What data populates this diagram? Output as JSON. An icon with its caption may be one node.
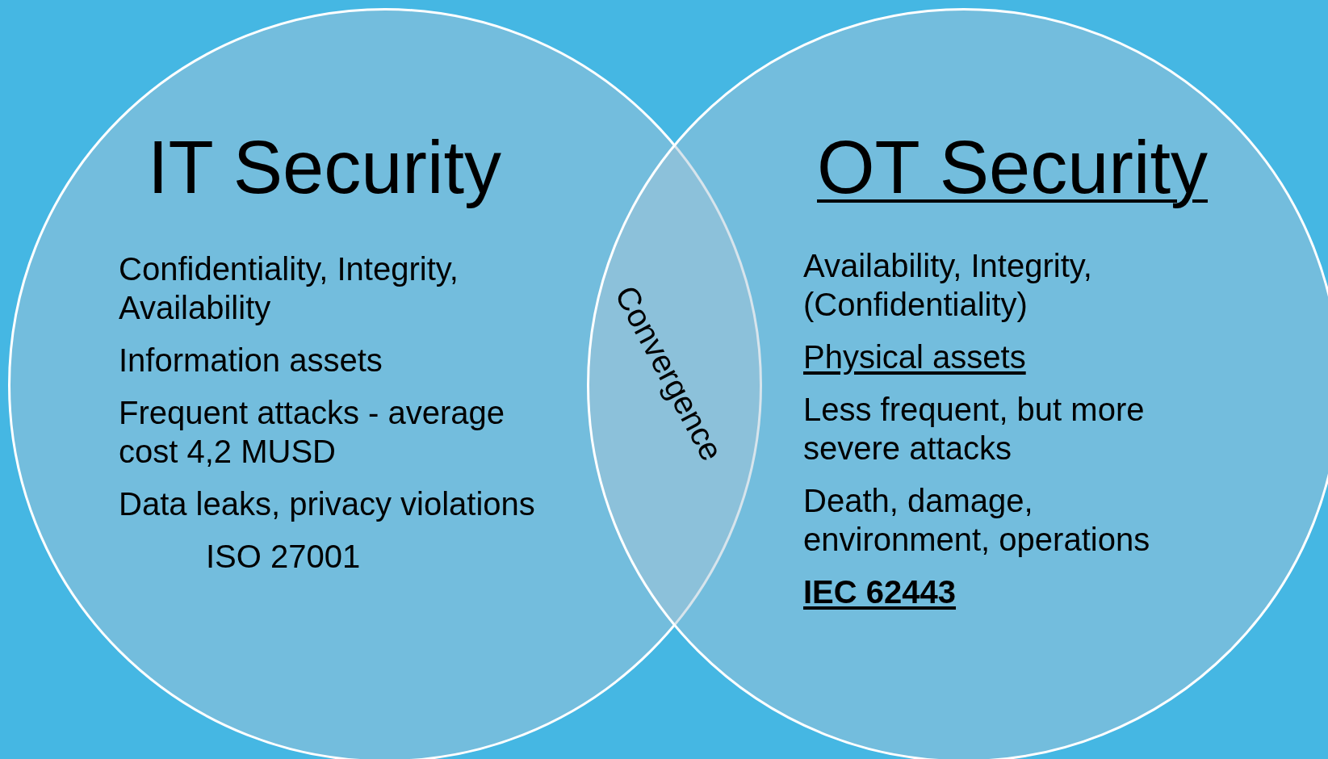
{
  "diagram": {
    "nodes": [
      {
        "text": [
          "IT Security",
          "Confidentiality, Integrity, Availability",
          "Information assets",
          "Frequent attacks - average cost 4,2 MUSD",
          "Data leaks, privacy violations",
          "ISO 27001"
        ]
      },
      {
        "text": [
          "OT Security",
          "Availability, Integrity, (Confidentiality)",
          "Physical assets",
          "Less frequent, but more severe attacks",
          "Death, damage, environment, operations",
          "**IEC 62443**"
        ]
      }
    ],
    "edges": [],
    "labels": [
      "Convergence"
    ]
  }
}
